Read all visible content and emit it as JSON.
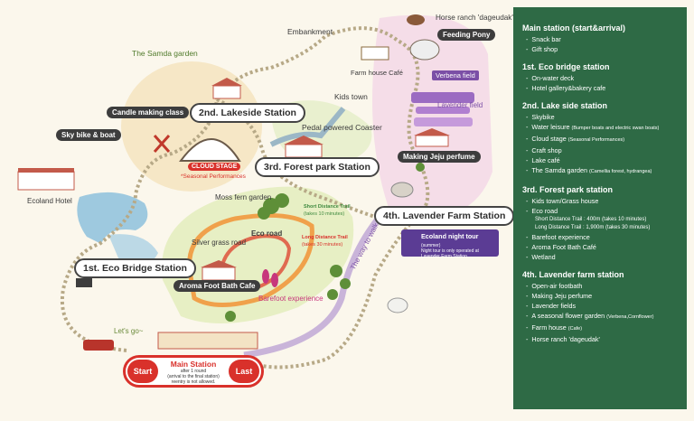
{
  "map": {
    "places": {
      "horse_ranch": "Horse ranch 'dageudak'",
      "feeding_pony": "Feeding Pony",
      "embankment": "Embankment",
      "farm_house_cafe": "Farm house Café",
      "verbena_field": "Verbena field",
      "lavender_field": "Lavender field",
      "samda_garden": "The Samda garden",
      "kids_town": "Kids town",
      "pedal_coaster": "Pedal powered Coaster",
      "candle_class": "Candle making class",
      "sky_bike": "Sky bike & boat",
      "cloud_stage": "CLOUD STAGE",
      "seasonal_perf": "*Seasonal Performances",
      "making_perfume": "Making Jeju perfume",
      "ecoland_hotel": "Ecoland Hotel",
      "moss_fern": "Moss fern garden",
      "short_trail": "Short Distance Trail",
      "short_trail_time": "(takes 10 minutes)",
      "long_trail": "Long Distance Trail",
      "long_trail_time": "(takes 30 minutes)",
      "eco_road": "Eco road",
      "silver_grass": "Silver grass road",
      "aroma_cafe": "Aroma Foot Bath Cafe",
      "barefoot": "Barefoot experience",
      "way_to_walk": "The way to walk",
      "lets_go": "Let's go~"
    },
    "stations": {
      "s2": "2nd. Lakeside Station",
      "s3": "3rd. Forest park Station",
      "s4": "4th. Lavender Farm Station",
      "s1": "1st. Eco Bridge Station"
    },
    "night_tour": {
      "title": "Ecoland night tour",
      "season": "(summer)",
      "note1": "Night tour is only operated at",
      "note2": "Lavender Farm Station."
    },
    "main_station": {
      "start": "Start",
      "last": "Last",
      "title": "Main Station",
      "line1": "after 1 round",
      "line2": "(arrival to the final station)",
      "line3": "reentry is not allowed."
    }
  },
  "legend": {
    "sections": [
      {
        "title": "Main station (start&arrival)",
        "items": [
          "Snack bar",
          "Gift shop"
        ]
      },
      {
        "title": "1st. Eco bridge station",
        "items": [
          "On-water deck",
          "Hotel gallery&bakery cafe"
        ]
      },
      {
        "title": "2nd. Lake side station",
        "items": [
          "Skybike",
          "Water leisure",
          "Cloud stage",
          "Craft shop",
          "Lake café",
          "The Samda garden"
        ]
      },
      {
        "title": "3rd. Forest park station",
        "items": [
          "Kids town/Grass house",
          "Eco road"
        ]
      },
      {
        "title": "4th. Lavender farm station",
        "items": [
          "Open-air footbath",
          "Making Jeju perfume",
          "Lavender fields",
          "A seasonal flower garden",
          "Farm house",
          "Horse ranch 'dageudak'"
        ]
      }
    ],
    "notes": {
      "water_leisure": "(Bumper boats and electric swan boats)",
      "cloud_stage": "(Seasonal Performances)",
      "samda": "(Camellia forest, hydrangea)",
      "short_trail": "Short Distance Trail : 400m (takes 10 minutes)",
      "long_trail": "Long Distance Trail : 1,900m (takes 30 minutes)",
      "flower_garden": "(Verbena,Cornflower)",
      "farm_house": "(Cafe)"
    },
    "forest_extra": [
      "Barefoot experience",
      "Aroma Foot Bath Café",
      "Wetland"
    ]
  }
}
